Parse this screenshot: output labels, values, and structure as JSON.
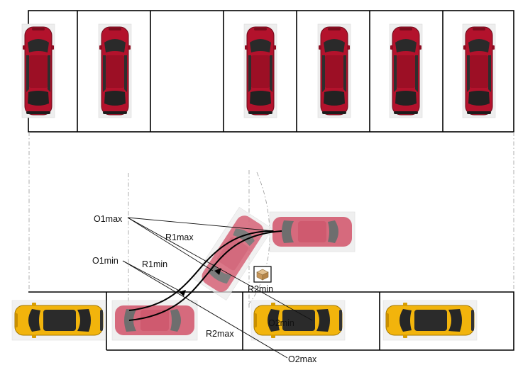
{
  "labels": {
    "o1max": "O1max",
    "o1min": "O1min",
    "r1max": "R1max",
    "r1min": "R1min",
    "r2min": "R2min",
    "r2max": "R2max",
    "o2min": "O2min",
    "o2max": "O2max"
  },
  "colors": {
    "red_car": "#b3122c",
    "yellow_car": "#f2b40c",
    "line": "#000000",
    "guide": "#9a9a9a"
  },
  "icons": {
    "obstacle": "cardboard-box-icon"
  }
}
